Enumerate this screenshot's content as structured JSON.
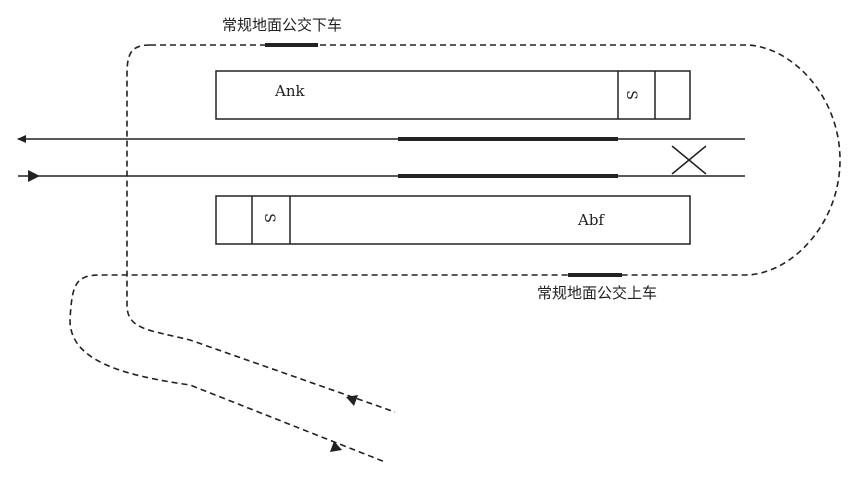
{
  "labels": {
    "alight_stop": "常规地面公交下车",
    "board_stop": "常规地面公交上车",
    "platform_top": "Ank",
    "platform_bottom": "Abf",
    "stair_top": "S",
    "stair_bottom": "S"
  },
  "colors": {
    "stroke": "#222222",
    "background": "#ffffff"
  }
}
